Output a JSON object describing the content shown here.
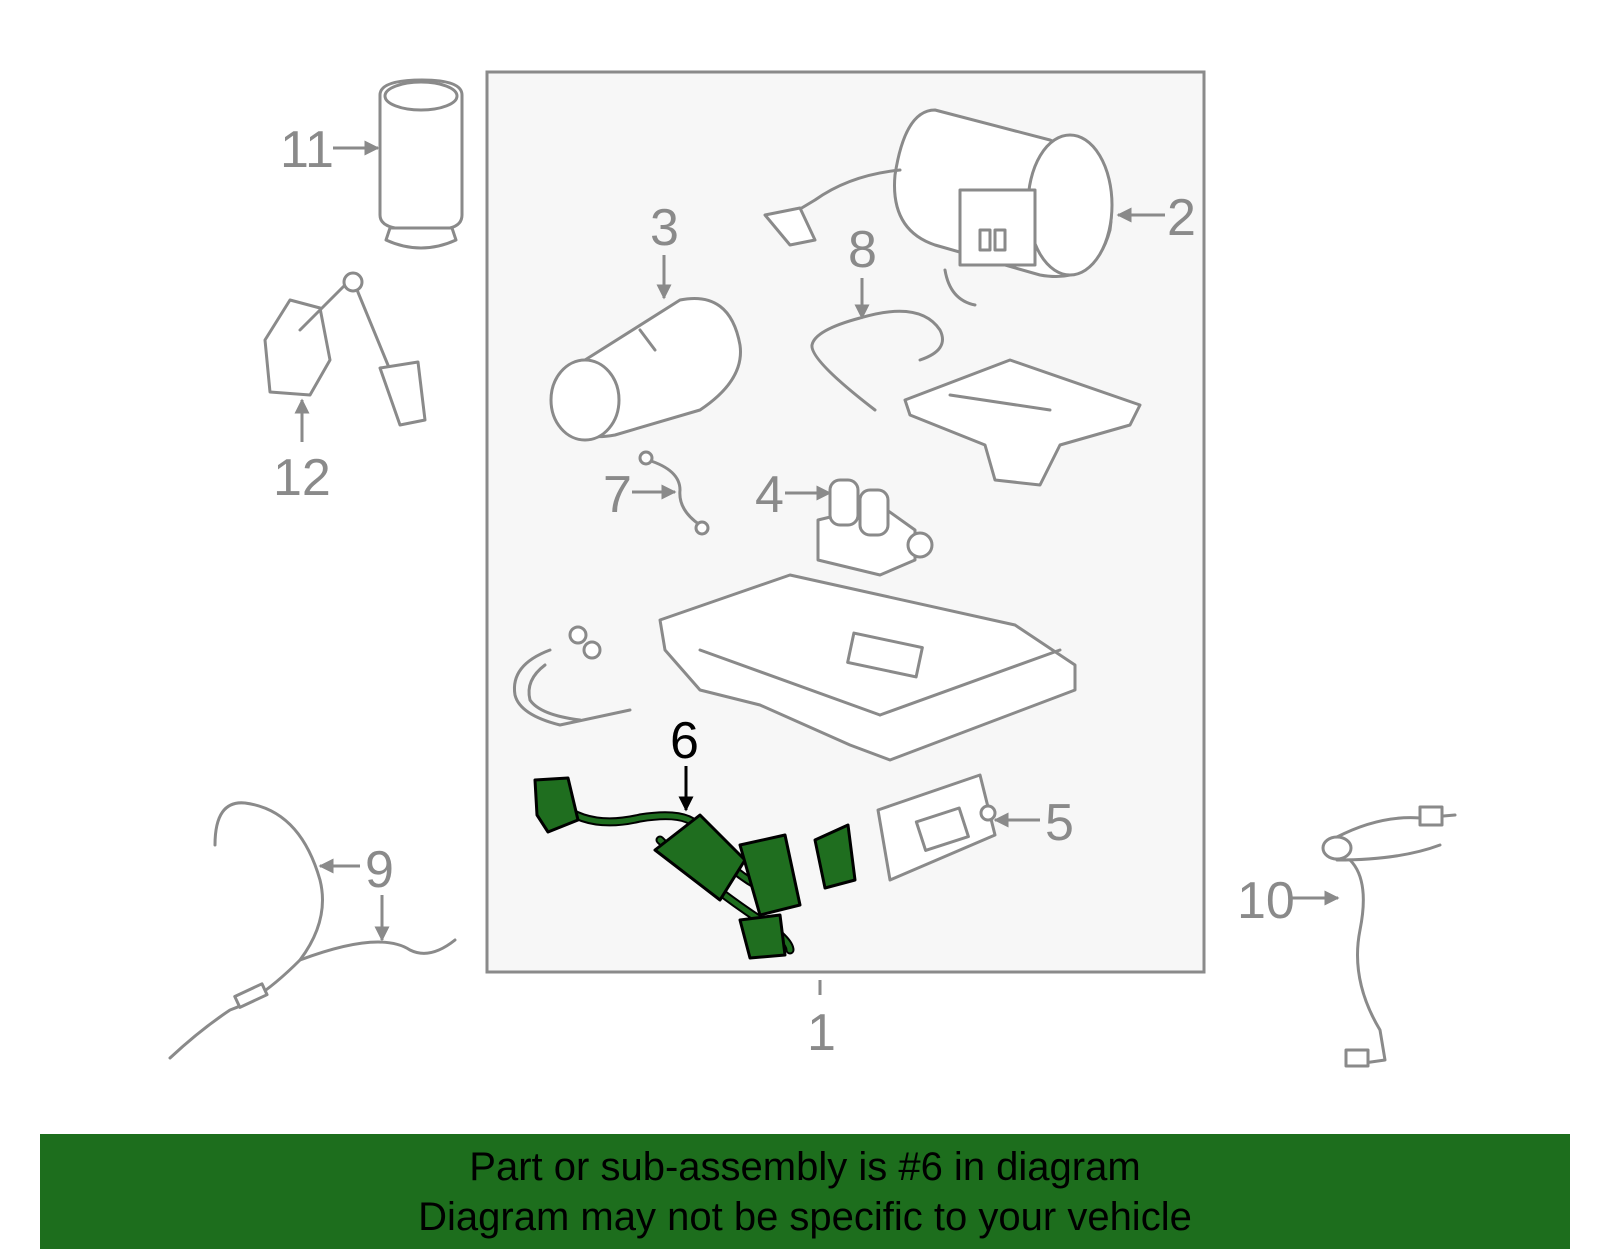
{
  "callouts": {
    "c1": "1",
    "c2": "2",
    "c3": "3",
    "c4": "4",
    "c5": "5",
    "c6": "6",
    "c7": "7",
    "c8": "8",
    "c9": "9",
    "c10": "10",
    "c11": "11",
    "c12": "12"
  },
  "highlighted_part": "6",
  "colors": {
    "highlight": "#1f6e1f",
    "banner": "#1d6e1d",
    "line_art": "#8a8a8a",
    "box_fill": "#f7f7f7"
  },
  "banner": {
    "line1": "Part or sub-assembly is #6 in diagram",
    "line2": "Diagram may not be specific to your vehicle"
  }
}
